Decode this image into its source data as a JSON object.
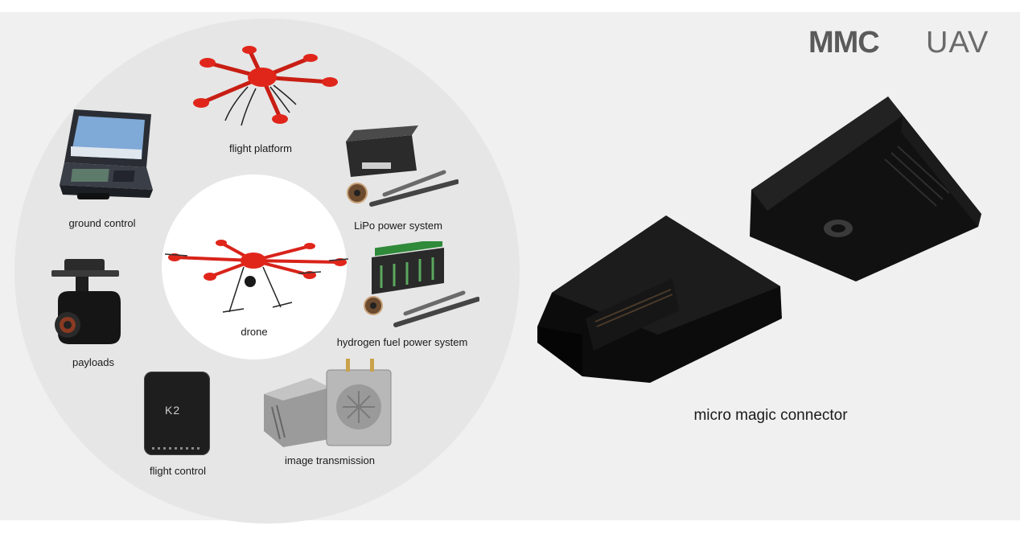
{
  "brand": {
    "logo_text": "MMCUAV",
    "logo_mmc": "MMC",
    "logo_uav": "UAV",
    "color": "#5a5a5a",
    "accent": "#c81e14"
  },
  "components": {
    "flight_platform": "flight platform",
    "ground_control": "ground control",
    "lipo_power_system": "LiPo power system",
    "drone": "drone",
    "hydrogen_fuel_power_system": "hydrogen fuel power system",
    "payloads": "payloads",
    "flight_control": "flight control",
    "flight_control_badge": "K2",
    "image_transmission": "image transmission"
  },
  "connector": {
    "caption": "micro magic connector"
  },
  "colors": {
    "drone_red": "#d8231a",
    "device_black": "#111111",
    "background": "#f0f0f0"
  }
}
